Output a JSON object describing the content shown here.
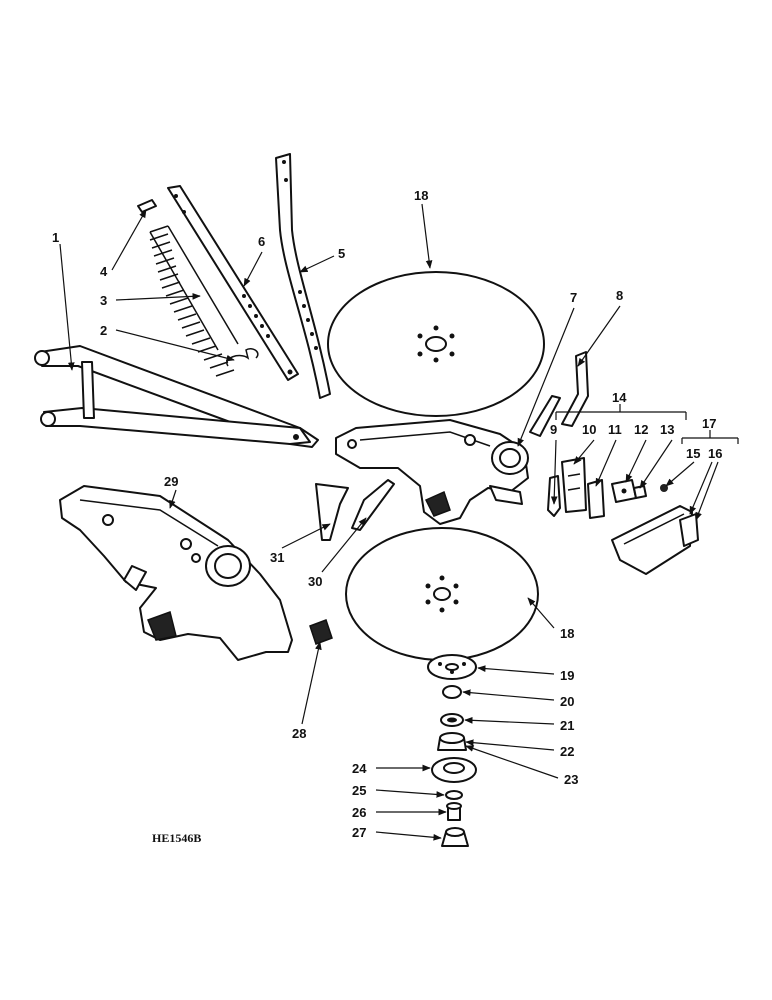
{
  "drawing_code": "HE1546B",
  "callouts": [
    "1",
    "2",
    "3",
    "4",
    "5",
    "6",
    "7",
    "8",
    "9",
    "10",
    "11",
    "12",
    "13",
    "14",
    "15",
    "16",
    "17",
    "18",
    "18",
    "19",
    "20",
    "21",
    "22",
    "23",
    "24",
    "25",
    "26",
    "27",
    "28",
    "29",
    "30",
    "31"
  ]
}
